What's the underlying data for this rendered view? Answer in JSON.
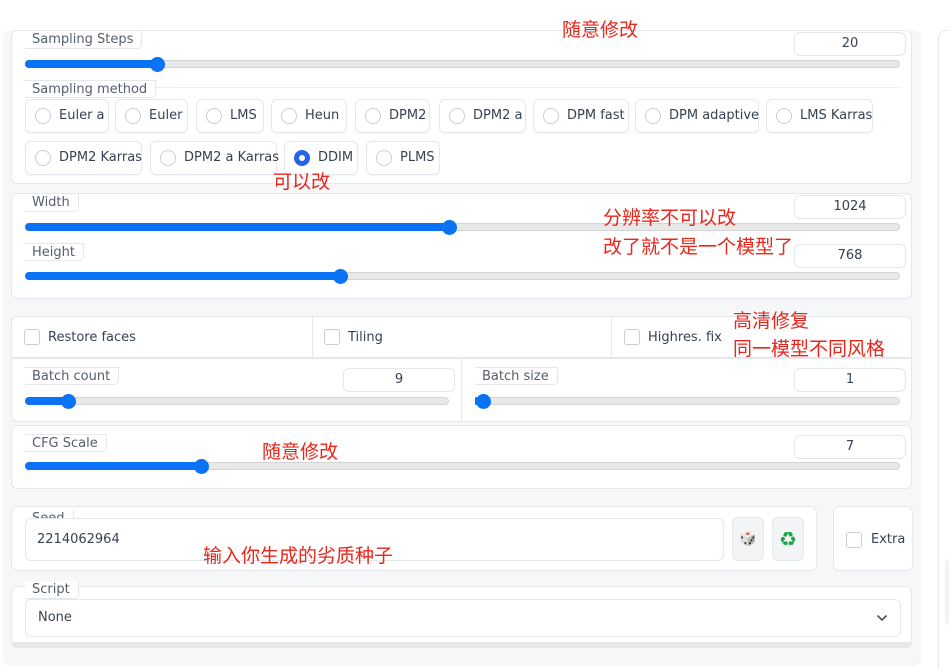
{
  "sampling_steps": {
    "label": "Sampling Steps",
    "value": "20",
    "fraction": 0.15
  },
  "sampling_method": {
    "label": "Sampling method",
    "options": [
      "Euler a",
      "Euler",
      "LMS",
      "Heun",
      "DPM2",
      "DPM2 a",
      "DPM fast",
      "DPM adaptive",
      "LMS Karras",
      "DPM2 Karras",
      "DPM2 a Karras",
      "DDIM",
      "PLMS"
    ],
    "selected": "DDIM"
  },
  "width": {
    "label": "Width",
    "value": "1024",
    "fraction": 0.485
  },
  "height": {
    "label": "Height",
    "value": "768",
    "fraction": 0.36
  },
  "checks": {
    "restore_faces": "Restore faces",
    "tiling": "Tiling",
    "highres_fix": "Highres. fix"
  },
  "batch_count": {
    "label": "Batch count",
    "value": "9",
    "fraction": 0.1
  },
  "batch_size": {
    "label": "Batch size",
    "value": "1",
    "fraction": 0.0
  },
  "cfg_scale": {
    "label": "CFG Scale",
    "value": "7",
    "fraction": 0.2
  },
  "seed": {
    "label": "Seed",
    "value": "2214062964",
    "dice_icon": "🎲",
    "recycle_icon": "♻"
  },
  "extra": {
    "label": "Extra"
  },
  "script": {
    "label": "Script",
    "value": "None"
  },
  "annotations": {
    "top": "随意修改",
    "method": "可以改",
    "resolution_1": "分辨率不可以改",
    "resolution_2": "改了就不是一个模型了",
    "hires_1": "高清修复",
    "hires_2": "同一模型不同风格",
    "cfg": "随意修改",
    "seed": "输入你生成的劣质种子"
  },
  "colors": {
    "accent": "#0a72f5",
    "annotation": "#e8261b"
  }
}
